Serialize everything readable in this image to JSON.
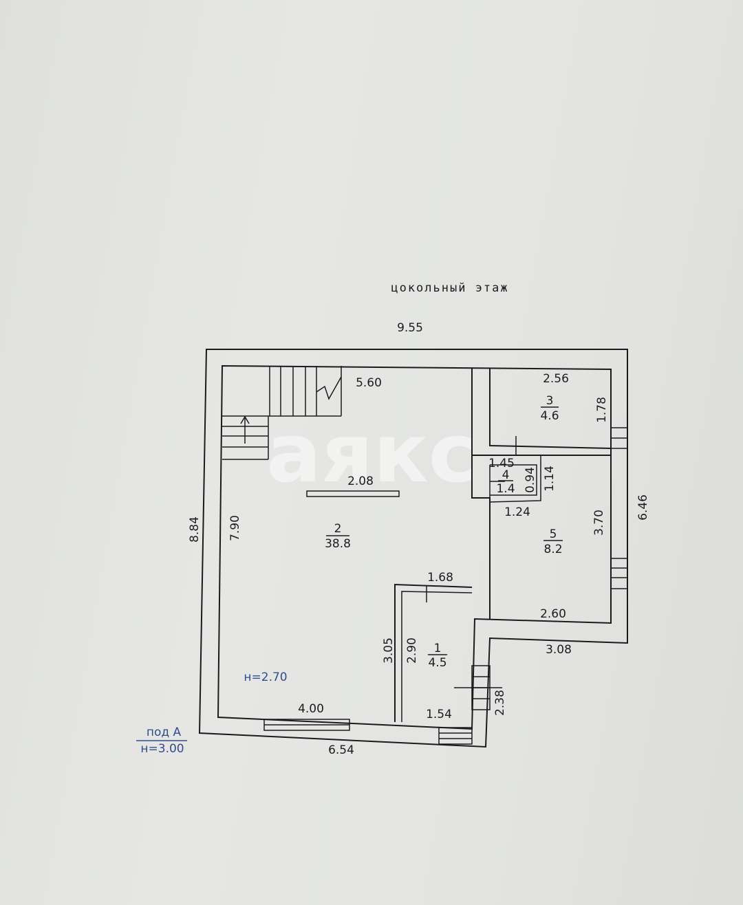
{
  "plan": {
    "title": "цокольный этаж",
    "watermark": "аякс",
    "overall": {
      "top_width": "9.55",
      "left_height": "8.84",
      "right_height": "6.46",
      "bottom_width": "6.54",
      "step_width": "3.08"
    },
    "room2": {
      "number": "2",
      "area": "38.8",
      "top_length": "5.60",
      "beam_length": "2.08",
      "left_height": "7.90",
      "bottom_length": "4.00",
      "ceiling_height": "н=2.70"
    },
    "room3": {
      "number": "3",
      "area": "4.6",
      "width": "2.56",
      "height": "1.78"
    },
    "room4": {
      "number": "4",
      "area": "1.4",
      "width_top": "1.45",
      "height_inner": "0.94",
      "height_outer": "1.14",
      "width_bottom": "1.24"
    },
    "room5": {
      "number": "5",
      "area": "8.2",
      "height": "3.70",
      "width": "2.60"
    },
    "room1": {
      "number": "1",
      "area": "4.5",
      "top_width": "1.68",
      "left_outer": "3.05",
      "left_inner": "2.90",
      "bottom_width": "1.54",
      "right_height": "2.38"
    },
    "basement": {
      "label": "под А",
      "height": "н=3.00"
    }
  }
}
